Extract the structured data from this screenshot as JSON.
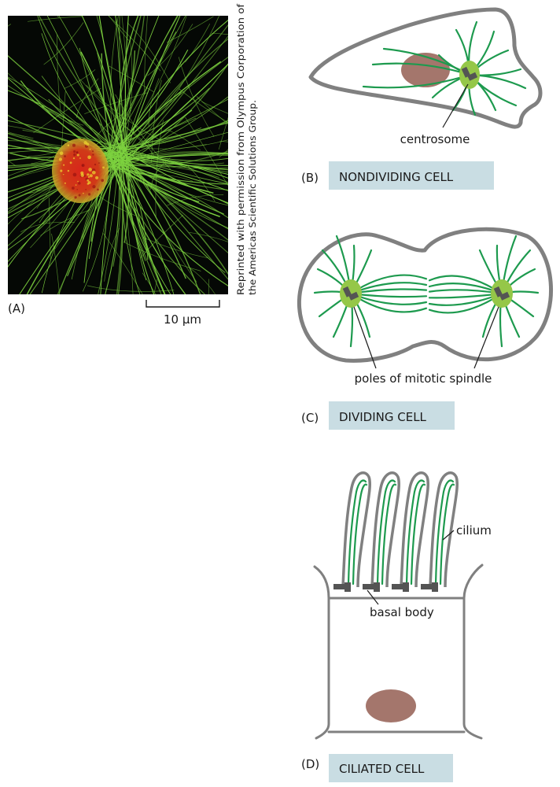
{
  "panels": {
    "a": {
      "letter": "(A)",
      "scale_bar": "10 μm",
      "credit_line1": "Reprinted with permission from Olympus Corporation of",
      "credit_line2": "the Americas Scientific Solutions Group."
    },
    "b": {
      "letter": "(B)",
      "tag": "NONDIVIDING CELL",
      "callout": "centrosome"
    },
    "c": {
      "letter": "(C)",
      "tag": "DIVIDING CELL",
      "callout": "poles of mitotic spindle"
    },
    "d": {
      "letter": "(D)",
      "tag": "CILIATED CELL",
      "callout_cilium": "cilium",
      "callout_basal": "basal body"
    }
  },
  "colors": {
    "micrograph_background": "#050805",
    "microtubule_fluorescence": "#7dd23f",
    "nucleus_fluorescence": "#d8261a",
    "cell_outline": "#808080",
    "microtubule": "#1d9a4e",
    "centrosome": "#95c748",
    "nucleus": "#a4766c",
    "basal_body": "#545454",
    "label_box": "#c9dde3"
  }
}
